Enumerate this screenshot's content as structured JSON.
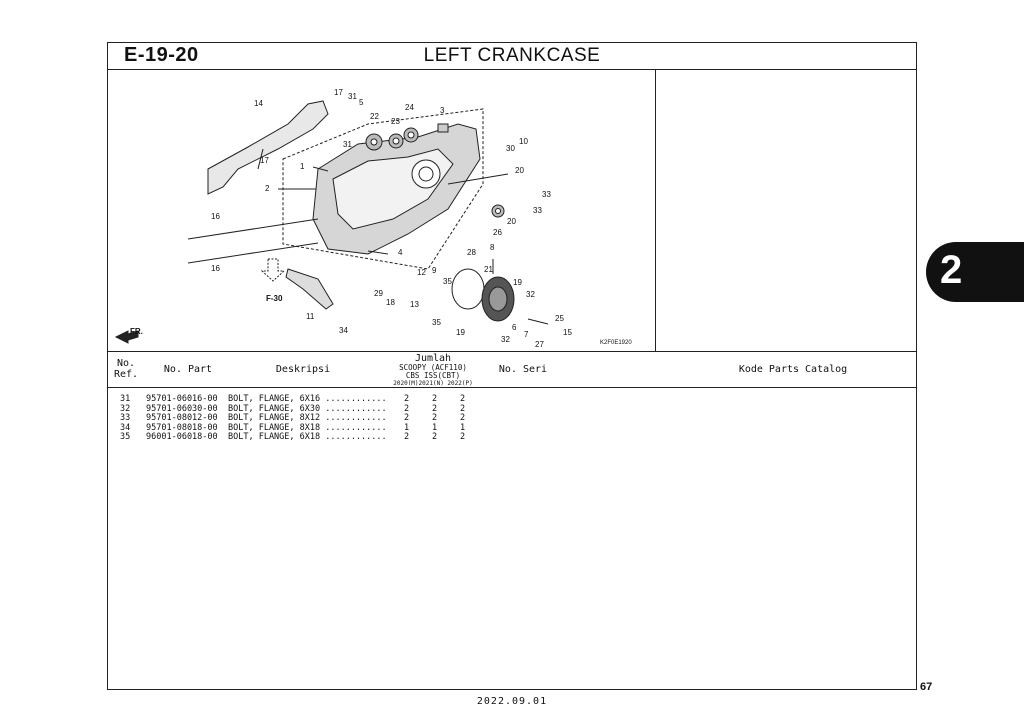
{
  "header": {
    "code": "E-19-20",
    "title": "LEFT CRANKCASE"
  },
  "diagram": {
    "image_code": "K2F0E1920",
    "front_label": "FR.",
    "ref_label": "F-30",
    "callouts": [
      "14",
      "17",
      "31",
      "5",
      "22",
      "23",
      "24",
      "3",
      "31",
      "17",
      "1",
      "2",
      "30",
      "10",
      "20",
      "33",
      "33",
      "20",
      "26",
      "16",
      "16",
      "4",
      "28",
      "8",
      "21",
      "12",
      "9",
      "35",
      "29",
      "18",
      "13",
      "19",
      "32",
      "11",
      "34",
      "35",
      "25",
      "6",
      "7",
      "15",
      "19",
      "32",
      "27"
    ]
  },
  "table": {
    "headers": {
      "no_ref": [
        "No.",
        "Ref."
      ],
      "no_part": "No. Part",
      "deskripsi": "Deskripsi",
      "jumlah": "Jumlah",
      "model": "SCOOPY (ACF110)",
      "variant": "CBS ISS(CBT)",
      "years": "2020(M)2021(N) 2022(P)",
      "no_seri": "No. Seri",
      "kode_parts": "Kode Parts Catalog"
    },
    "rows": [
      {
        "ref": "31",
        "part": "95701-06016-00",
        "desc": "BOLT, FLANGE, 6X16 ............",
        "q": [
          "2",
          "2",
          "2"
        ]
      },
      {
        "ref": "32",
        "part": "95701-06030-00",
        "desc": "BOLT, FLANGE, 6X30 ............",
        "q": [
          "2",
          "2",
          "2"
        ]
      },
      {
        "ref": "33",
        "part": "95701-08012-00",
        "desc": "BOLT, FLANGE, 8X12 ............",
        "q": [
          "2",
          "2",
          "2"
        ]
      },
      {
        "ref": "34",
        "part": "95701-08018-00",
        "desc": "BOLT, FLANGE, 8X18 ............",
        "q": [
          "1",
          "1",
          "1"
        ]
      },
      {
        "ref": "35",
        "part": "96001-06018-00",
        "desc": "BOLT, FLANGE, 6X18 ............",
        "q": [
          "2",
          "2",
          "2"
        ]
      }
    ]
  },
  "side_tab": "2",
  "page_number": "67",
  "footer_date": "2022.09.01"
}
